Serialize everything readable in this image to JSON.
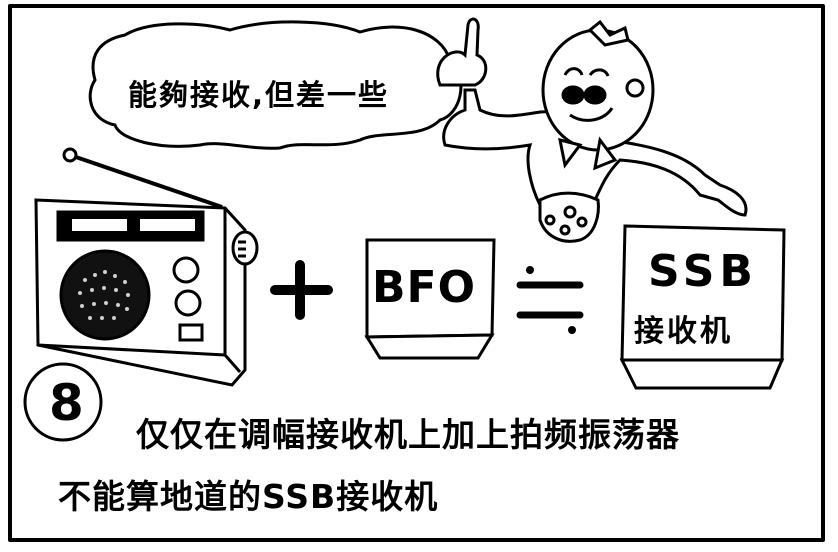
{
  "panel": {
    "number": "8",
    "speech_bubble": "能夠接收,但差一些",
    "equation": {
      "left_item": "radio-receiver",
      "plus": "+",
      "middle_box": "BFO",
      "approx_equals": "≒",
      "result_box_title": "SSB",
      "result_box_subtitle": "接收机"
    },
    "caption_line1": "仅仅在调幅接收机上加上拍频振荡器",
    "caption_line2": "不能算地道的SSB接收机"
  },
  "colors": {
    "ink": "#000000",
    "paper": "#ffffff"
  },
  "icons": [
    "radio-icon",
    "monkey-character-icon",
    "plus-icon",
    "approx-equals-icon"
  ]
}
